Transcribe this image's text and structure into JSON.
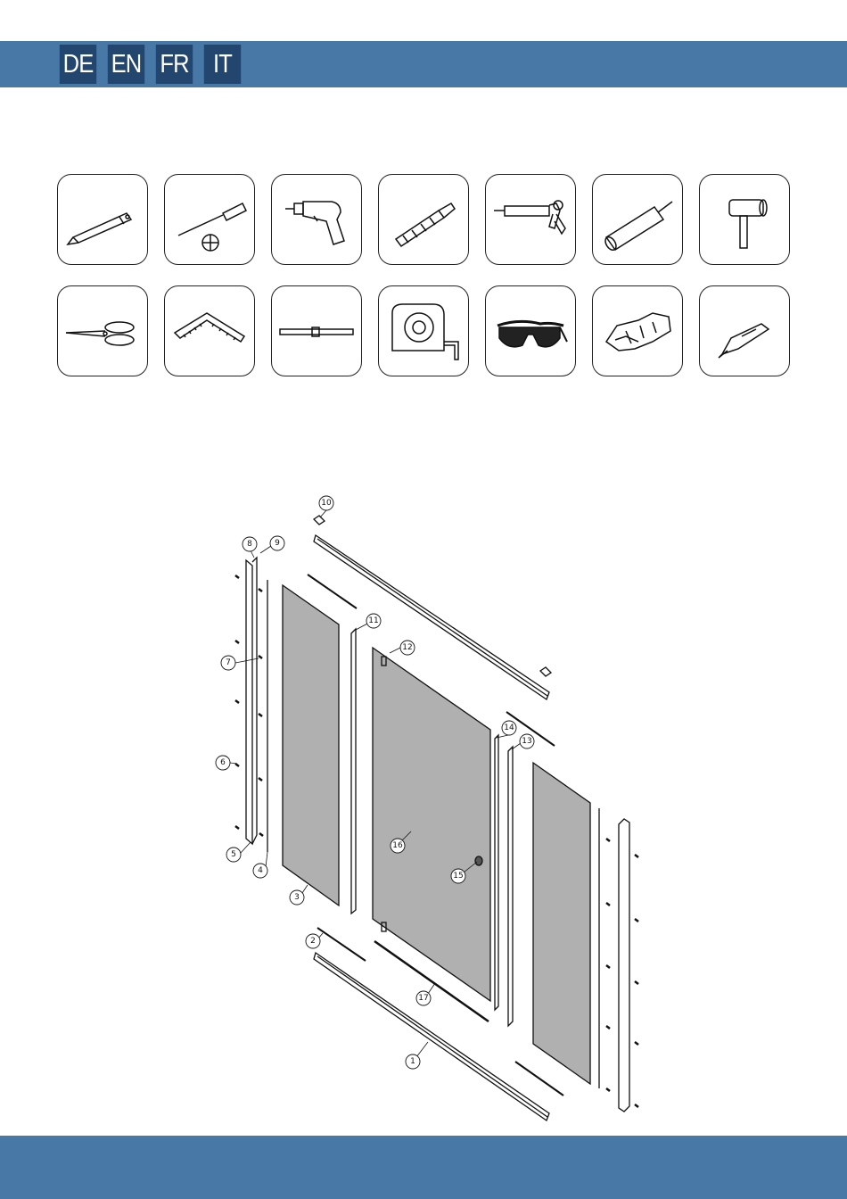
{
  "languages": [
    "DE",
    "EN",
    "FR",
    "IT"
  ],
  "tools": {
    "row1": [
      "pencil-icon",
      "phillips-screwdriver-icon",
      "power-drill-icon",
      "drill-bit-icon",
      "caulking-gun-icon",
      "silicone-tube-icon",
      "rubber-mallet-icon"
    ],
    "row2": [
      "scissors-icon",
      "carpenter-square-icon",
      "spirit-level-icon",
      "tape-measure-icon",
      "safety-glasses-icon",
      "work-gloves-icon",
      "utility-knife-icon"
    ]
  },
  "diagram": {
    "parts": [
      "1",
      "2",
      "3",
      "4",
      "5",
      "6",
      "7",
      "8",
      "9",
      "10",
      "11",
      "12",
      "13",
      "14",
      "15",
      "16",
      "17"
    ]
  },
  "colors": {
    "header": "#4778a6",
    "lang_bg": "#23466e",
    "glass": "#b0b0b0"
  }
}
